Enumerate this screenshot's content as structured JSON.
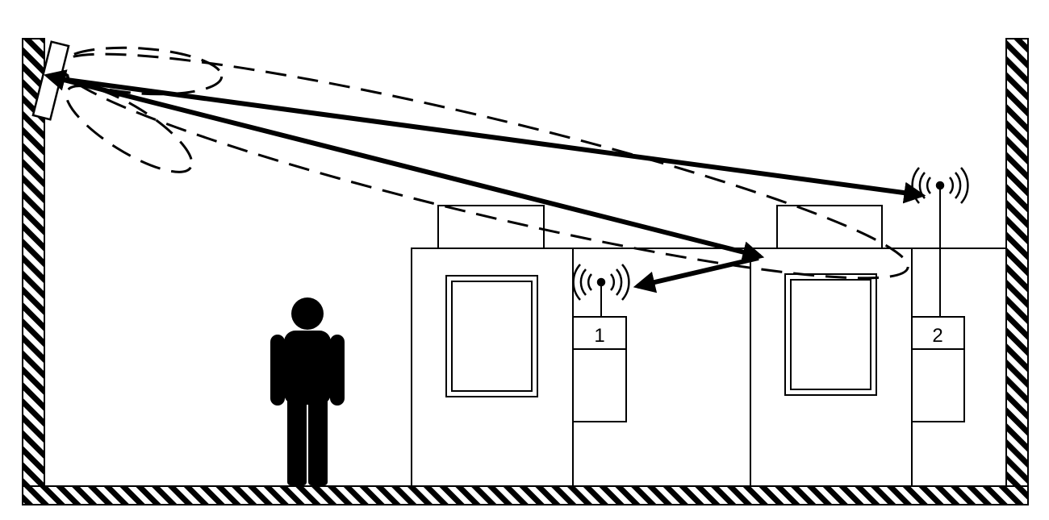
{
  "scene": {
    "devices": [
      {
        "id": "1",
        "label": "1"
      },
      {
        "id": "2",
        "label": "2"
      }
    ]
  },
  "colors": {
    "stroke": "#000000",
    "background": "#ffffff"
  },
  "icons": [
    "reflector-panel-icon",
    "antenna-icon",
    "person-icon",
    "wall-hatch-icon"
  ]
}
